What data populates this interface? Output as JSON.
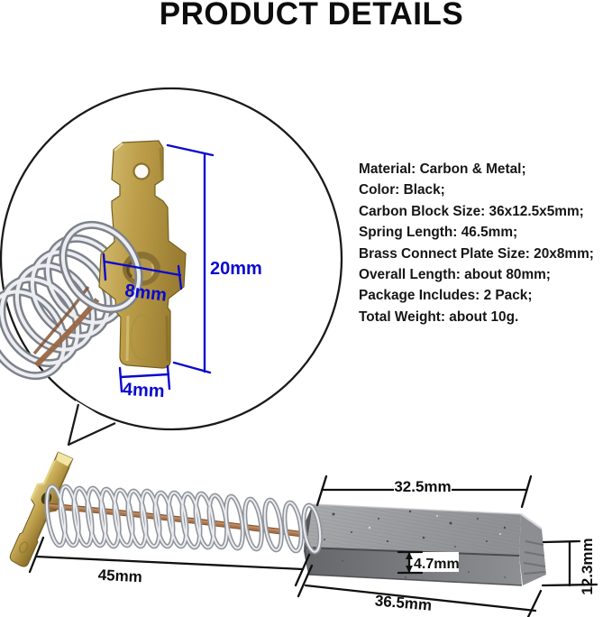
{
  "title": "PRODUCT DETAILS",
  "specs": {
    "lines": [
      "Material: Carbon & Metal;",
      "Color: Black;",
      "Carbon Block Size: 36x12.5x5mm;",
      "Spring Length: 46.5mm;",
      "Brass Connect Plate Size: 20x8mm;",
      "Overall Length: about 80mm;",
      "Package Includes: 2 Pack;",
      "Total Weight: about 10g."
    ]
  },
  "inset": {
    "labels": {
      "plate_height": "20mm",
      "plate_width": "8mm",
      "tab_width": "4mm"
    }
  },
  "photo": {
    "labels": {
      "block_top_length": "32.5mm",
      "spring_section_length": "45mm",
      "block_step_thickness": "4.7mm",
      "block_bottom_length": "36.5mm",
      "block_height": "12.3mm"
    }
  },
  "colors": {
    "dimension_blue": "#0a0acd",
    "dimension_black": "#101010",
    "brass_gold": "#c0a24e",
    "spring_silver": "#c6c9cf",
    "copper_wire": "#9b6b44",
    "carbon_gray_top": "#9a9b9e",
    "carbon_gray_front": "#77787c",
    "background": "#ffffff"
  }
}
